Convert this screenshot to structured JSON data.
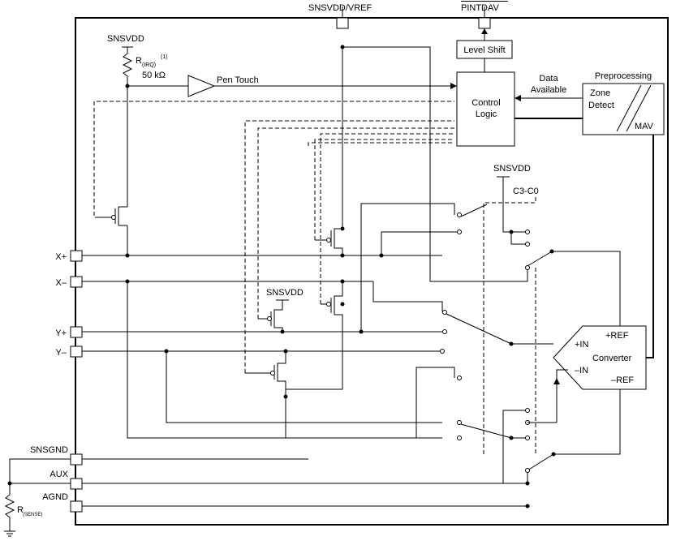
{
  "pins": {
    "top_ref": "SNSVDD/VREF",
    "top_int": "PINTDAV",
    "xp": "X+",
    "xm": "X–",
    "yp": "Y+",
    "ym": "Y–",
    "snsgnd": "SNSGND",
    "aux": "AUX",
    "agnd": "AGND"
  },
  "blocks": {
    "level_shift": "Level Shift",
    "control_1": "Control",
    "control_2": "Logic",
    "preprocessing": "Preprocessing",
    "zone_1": "Zone",
    "zone_2": "Detect",
    "mav": "MAV",
    "converter": "Converter",
    "plus_in": "+IN",
    "minus_in": "–IN",
    "plus_ref": "+REF",
    "minus_ref": "–REF"
  },
  "labels": {
    "snsvdd_resistor": "SNSVDD",
    "r_irq": "R",
    "r_irq_sub": "(IRQ)",
    "r_irq_note": "(1)",
    "r_irq_value": "50 kΩ",
    "pen_touch": "Pen Touch",
    "data_1": "Data",
    "data_2": "Available",
    "snsvdd_switch": "SNSVDD",
    "c3c0": "C3-C0",
    "snsvdd_fet": "SNSVDD",
    "r_sense": "R",
    "r_sense_sub": "(SENSE)"
  }
}
